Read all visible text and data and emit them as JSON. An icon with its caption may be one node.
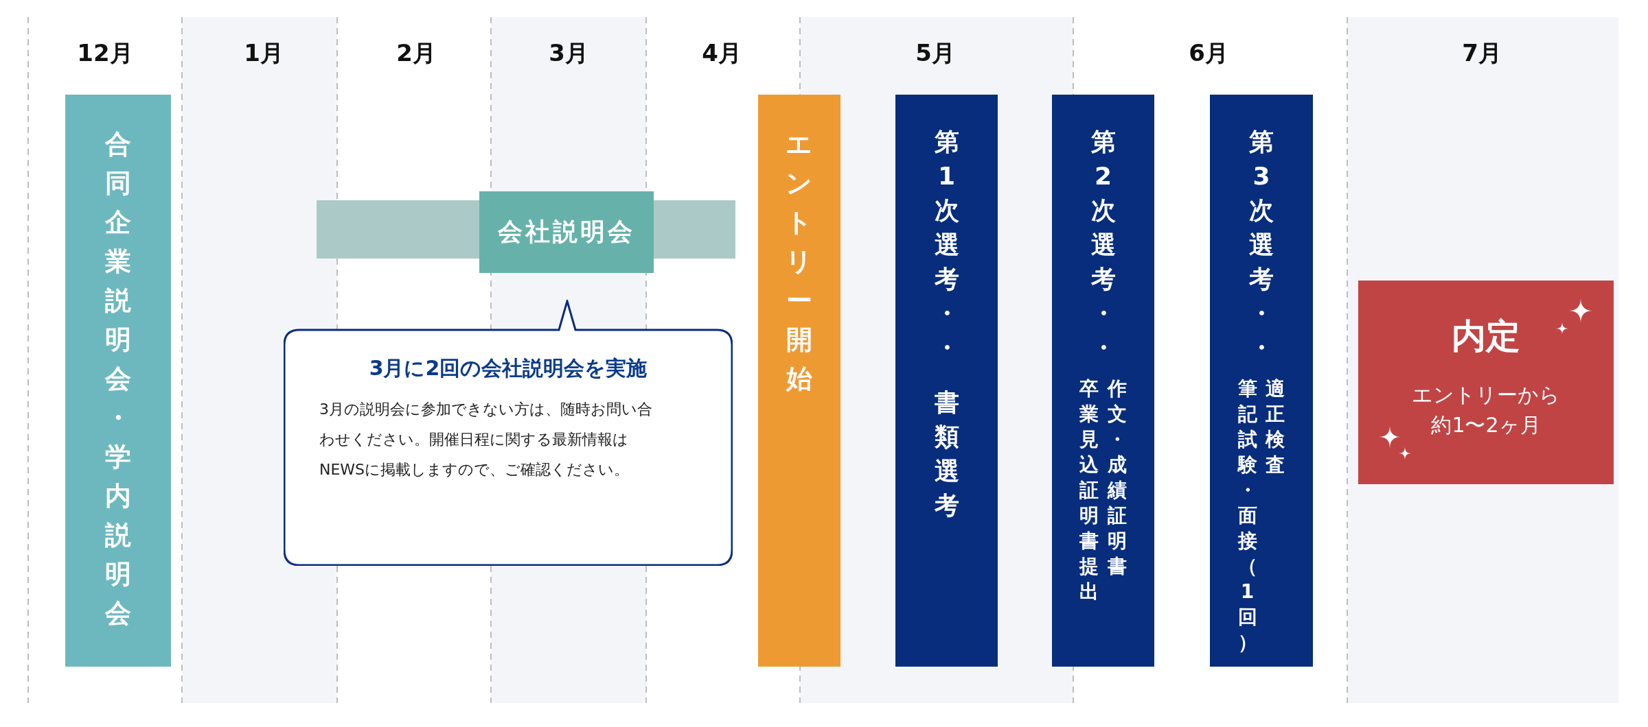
{
  "diagram": {
    "nodes": [
      {
        "text": [
          "合同企業説明会・学内説明会"
        ]
      },
      {
        "text": [
          "会社説明会"
        ]
      },
      {
        "text": [
          "3月に2回の会社説明会を実施",
          "3月の説明会に参加できない方は、随時お問い合わせください。開催日程に関する最新情報はNEWSに掲載しますので、ご確認ください。"
        ]
      },
      {
        "text": [
          "エントリー開始"
        ]
      },
      {
        "text": [
          "第1次選考・・",
          "書類選考"
        ]
      },
      {
        "text": [
          "第2次選考・・",
          "卒業見込証明書提出",
          "作文・成績証明書"
        ]
      },
      {
        "text": [
          "第3次選考・・",
          "筆記試験・面接（1回）",
          "適正検査"
        ]
      },
      {
        "text": [
          "内定",
          "エントリーから約1〜2ヶ月"
        ]
      }
    ],
    "labels": [
      "12月",
      "1月",
      "2月",
      "3月",
      "4月",
      "5月",
      "6月",
      "7月"
    ]
  }
}
